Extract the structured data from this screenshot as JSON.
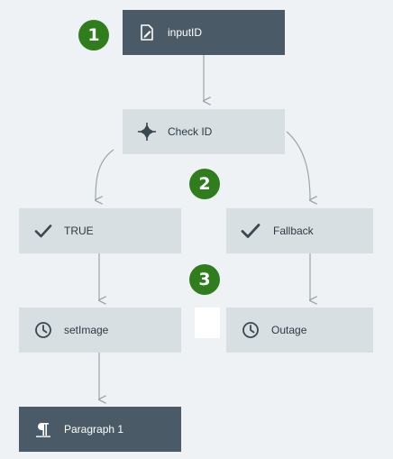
{
  "nodes": {
    "input_id": {
      "label": "inputID",
      "icon": "edit-document-icon"
    },
    "check_id": {
      "label": "Check ID",
      "icon": "diamond-plus-icon"
    },
    "true_branch": {
      "label": "TRUE",
      "icon": "checkmark-icon"
    },
    "fallback_branch": {
      "label": "Fallback",
      "icon": "checkmark-icon"
    },
    "set_image": {
      "label": "setImage",
      "icon": "clock-icon"
    },
    "outage": {
      "label": "Outage",
      "icon": "clock-icon"
    },
    "paragraph": {
      "label": "Paragraph 1",
      "icon": "pilcrow-icon"
    }
  },
  "badges": [
    "1",
    "2",
    "3"
  ],
  "colors": {
    "background": "#eef2f4",
    "dark_node": "#4a5a66",
    "light_node": "#d8dfe3",
    "badge": "#2f7d1c",
    "connector": "#9aa6ad"
  }
}
